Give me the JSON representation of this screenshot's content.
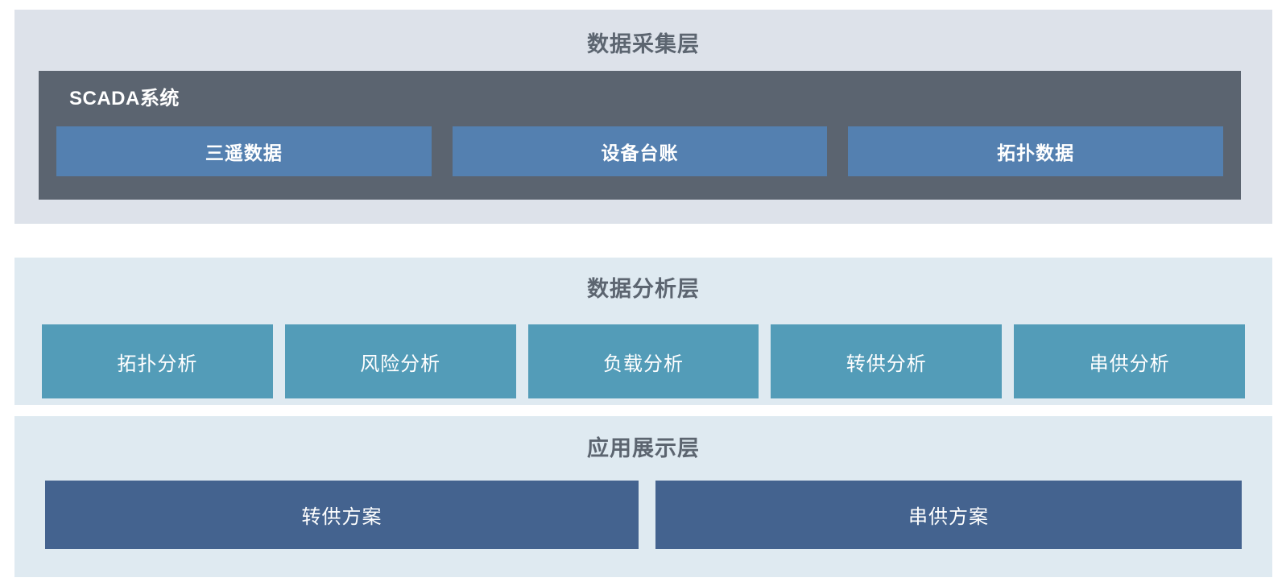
{
  "diagram": {
    "type": "layered-architecture",
    "orientation": "vertical",
    "layer_count": 3,
    "colors": {
      "layer1_background": "#dde2ea",
      "layer2_background": "#dfeaf1",
      "layer3_background": "#dfeaf1",
      "scada_panel": "#5b6470",
      "scada_item": "#5480b0",
      "analysis_item": "#539cb8",
      "application_item": "#44638f",
      "title_text": "#5c6570",
      "item_text": "#ffffff",
      "page_background": "#ffffff"
    }
  },
  "layers": [
    {
      "id": "collect",
      "title": "数据采集层",
      "group": {
        "label": "SCADA系统",
        "items": [
          {
            "label": "三遥数据"
          },
          {
            "label": "设备台账"
          },
          {
            "label": "拓扑数据"
          }
        ]
      }
    },
    {
      "id": "analysis",
      "title": "数据分析层",
      "items": [
        {
          "label": "拓扑分析"
        },
        {
          "label": "风险分析"
        },
        {
          "label": "负载分析"
        },
        {
          "label": "转供分析"
        },
        {
          "label": "串供分析"
        }
      ]
    },
    {
      "id": "application",
      "title": "应用展示层",
      "items": [
        {
          "label": "转供方案"
        },
        {
          "label": "串供方案"
        }
      ]
    }
  ]
}
